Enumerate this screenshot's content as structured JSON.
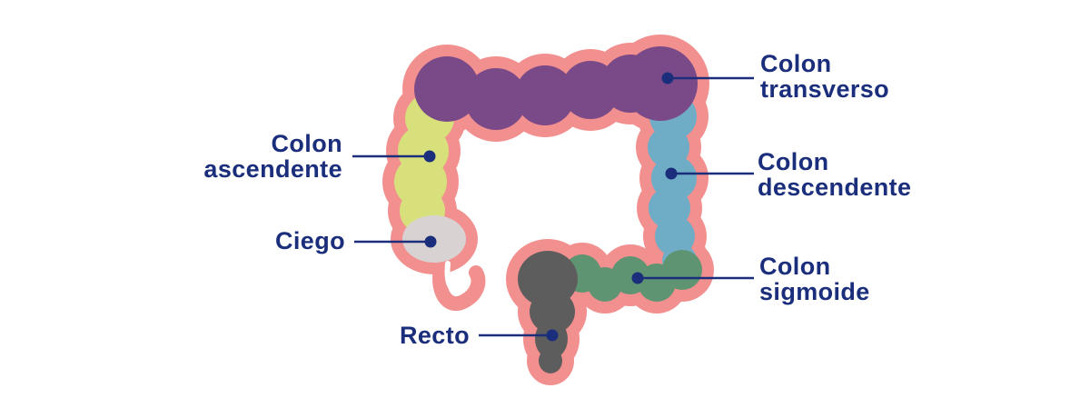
{
  "diagram": {
    "description": "Anatomical diagram of the large intestine with Spanish labels",
    "language": "es"
  },
  "colors": {
    "outline": "#F2908F",
    "transverse": "#7A4A88",
    "ascending": "#D8E07C",
    "cecum": "#D8D2D2",
    "descending": "#6FACC5",
    "sigmoid": "#5F9472",
    "rectum": "#5D5D5D",
    "label": "#1B2E7C",
    "background": "#FFFFFF"
  },
  "labels": {
    "transverse": {
      "line1": "Colon",
      "line2": "transverso"
    },
    "ascending": {
      "line1": "Colon",
      "line2": "ascendente"
    },
    "cecum": {
      "line1": "Ciego"
    },
    "descending": {
      "line1": "Colon",
      "line2": "descendente"
    },
    "sigmoid": {
      "line1": "Colon",
      "line2": "sigmoide"
    },
    "rectum": {
      "line1": "Recto"
    }
  }
}
